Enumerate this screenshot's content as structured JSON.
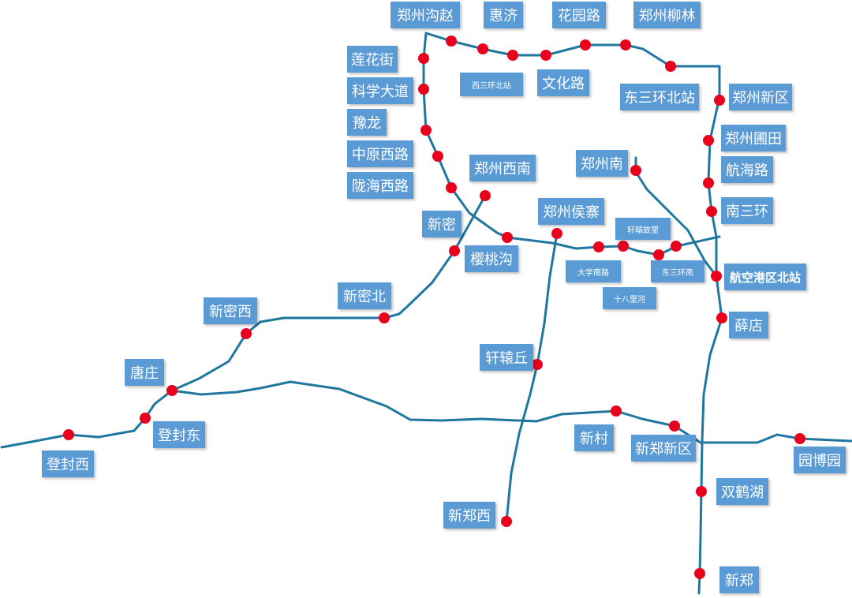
{
  "colors": {
    "line": "#1f77a0",
    "station": "#e8001c",
    "label_bg": "#5b9bd5",
    "label_text": "#ffffff"
  },
  "labels": {
    "zhengzhougouzhao": "郑州沟赵",
    "huiji": "惠济",
    "huayuanlu": "花园路",
    "zhengzhouliulin": "郑州柳林",
    "lianhuajie": "莲花街",
    "xisanhuanbeizhan": "西三环北站",
    "wenhualu": "文化路",
    "dongsanhuanbeizhan": "东三环北站",
    "zhengzhouxinqu": "郑州新区",
    "kexuedadao": "科学大道",
    "yulong": "豫龙",
    "zhengzhoupu": "郑州圃田",
    "zhongyuanxilu": "中原西路",
    "zhengzhouxinan": "郑州西南",
    "zhengzhounan": "郑州南",
    "hanghailu": "航海路",
    "longhaixilu": "陇海西路",
    "nansanhuan": "南三环",
    "zhengzhouhouzhai": "郑州侯寨",
    "xuanyuanguli": "轩辕故里",
    "xinmi": "新密",
    "yingtaogou": "樱桃沟",
    "daxuenanlu": "大学南路",
    "dongsanhuannan": "东三环南",
    "hangkonggang": "航空港区北站",
    "shibalihe": "十八里河",
    "xinmibei": "新密北",
    "xinmixi": "新密西",
    "xuedian": "薛店",
    "xuanyuanqiu": "轩辕丘",
    "tangzhuang": "唐庄",
    "dengfengdong": "登封东",
    "xincun": "新村",
    "xinzhengxinqu": "新郑新区",
    "dengfengxi": "登封西",
    "yuanboyuan": "园博园",
    "shuanghehu": "双鹤湖",
    "xinzhengxi": "新郑西",
    "xinzheng": "新郑"
  }
}
